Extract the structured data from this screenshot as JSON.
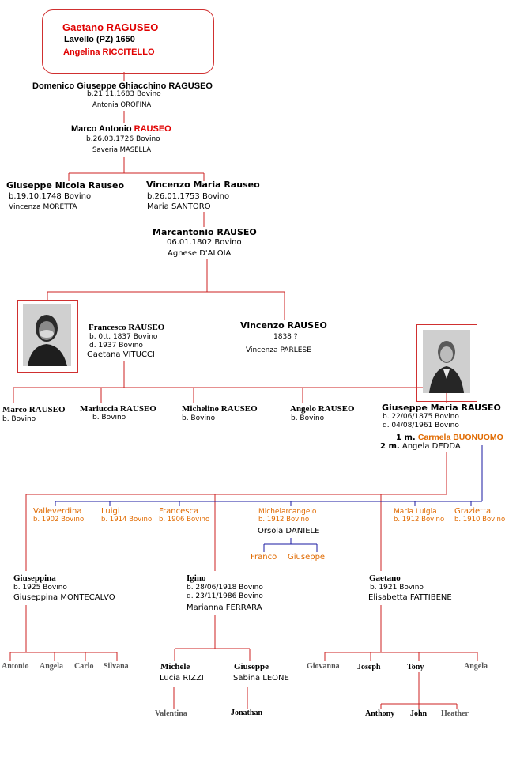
{
  "root": {
    "name_first": "Gaetano",
    "name_last": "RAGUSEO",
    "place": "Lavello (PZ) 1650",
    "spouse_first": "Angelina",
    "spouse_last": "RICCITELLO"
  },
  "gen2": {
    "name": "Domenico Giuseppe Ghiacchino RAGUSEO",
    "birth": "b.21.11.1683  Bovino",
    "spouse": "Antonia OROFINA"
  },
  "gen3": {
    "name_first": "Marco Antonio",
    "name_last": "RAUSEO",
    "birth": "b.26.03.1726  Bovino",
    "spouse": "Saveria MASELLA"
  },
  "gen4": [
    {
      "name": "Giuseppe Nicola Rauseo",
      "birth": "b.19.10.1748  Bovino",
      "spouse": "Vincenza MORETTA"
    },
    {
      "name": "Vincenzo Maria Rauseo",
      "birth": "b.26.01.1753  Bovino",
      "spouse": "Maria SANTORO"
    }
  ],
  "gen5": {
    "name": "Marcantonio RAUSEO",
    "birth": "06.01.1802  Bovino",
    "spouse": "Agnese D'ALOIA"
  },
  "gen6": [
    {
      "name": "Francesco RAUSEO",
      "birth": "b. 0tt. 1837 Bovino",
      "death": "d. 1937 Bovino",
      "spouse": "Gaetana VITUCCI"
    },
    {
      "name": "Vincenzo RAUSEO",
      "birth": "1838 ?",
      "spouse": "Vincenza PARLESE"
    }
  ],
  "gen7": [
    {
      "name": "Marco RAUSEO",
      "birth": "b.  Bovino"
    },
    {
      "name": "Mariuccia RAUSEO",
      "birth": "b.  Bovino"
    },
    {
      "name": "Michelino RAUSEO",
      "birth": "b.  Bovino"
    },
    {
      "name": "Angelo RAUSEO",
      "birth": "b.  Bovino"
    }
  ],
  "gm": {
    "name": "Giuseppe Maria RAUSEO",
    "birth": "b. 22/06/1875 Bovino",
    "death": "d. 04/08/1961 Bovino",
    "m1_label": "1 m.",
    "m1_spouse": "Carmela BUONUOMO",
    "m2_label": "2 m.",
    "m2_spouse": "Angela DEDDA"
  },
  "gen8_blue": [
    {
      "name": "Valleverdina",
      "birth": "b. 1902 Bovino"
    },
    {
      "name": "Luigi",
      "birth": "b. 1914 Bovino"
    },
    {
      "name": "Francesca",
      "birth": "b. 1906 Bovino"
    },
    {
      "name": "Michelarcangelo",
      "birth": "b. 1912 Bovino",
      "spouse": "Orsola DANIELE"
    },
    {
      "name": "Maria Luigia",
      "birth": "b. 1912 Bovino"
    },
    {
      "name": "Grazietta",
      "birth": "b. 1910 Bovino"
    }
  ],
  "michel_children": [
    "Franco",
    "Giuseppe"
  ],
  "gen8_red": [
    {
      "name": "Giuseppina",
      "birth": "b. 1925 Bovino",
      "spouse": "Giuseppina MONTECALVO"
    },
    {
      "name": "Igino",
      "birth": "b. 28/06/1918 Bovino",
      "death": "d. 23/11/1986 Bovino",
      "spouse": "Marianna FERRARA"
    },
    {
      "name": "Gaetano",
      "birth": "b. 1921 Bovino",
      "spouse": "Elisabetta FATTIBENE"
    }
  ],
  "giuseppina_children": [
    "Antonio",
    "Angela",
    "Carlo",
    "Silvana"
  ],
  "igino_children": [
    {
      "name": "Michele",
      "spouse": "Lucia RIZZI"
    },
    {
      "name": "Giuseppe",
      "spouse": "Sabina LEONE"
    }
  ],
  "michele_child": "Valentina",
  "giuseppe_child": "Jonathan",
  "gaetano_children": [
    "Giovanna",
    "Joseph",
    "Tony",
    "Angela"
  ],
  "tony_children": [
    "Anthony",
    "John",
    "Heather"
  ],
  "colors": {
    "red_line": "#cc2020",
    "blue_line": "#1a1aa0",
    "red_text": "#e00000",
    "orange_text": "#e06a00"
  }
}
